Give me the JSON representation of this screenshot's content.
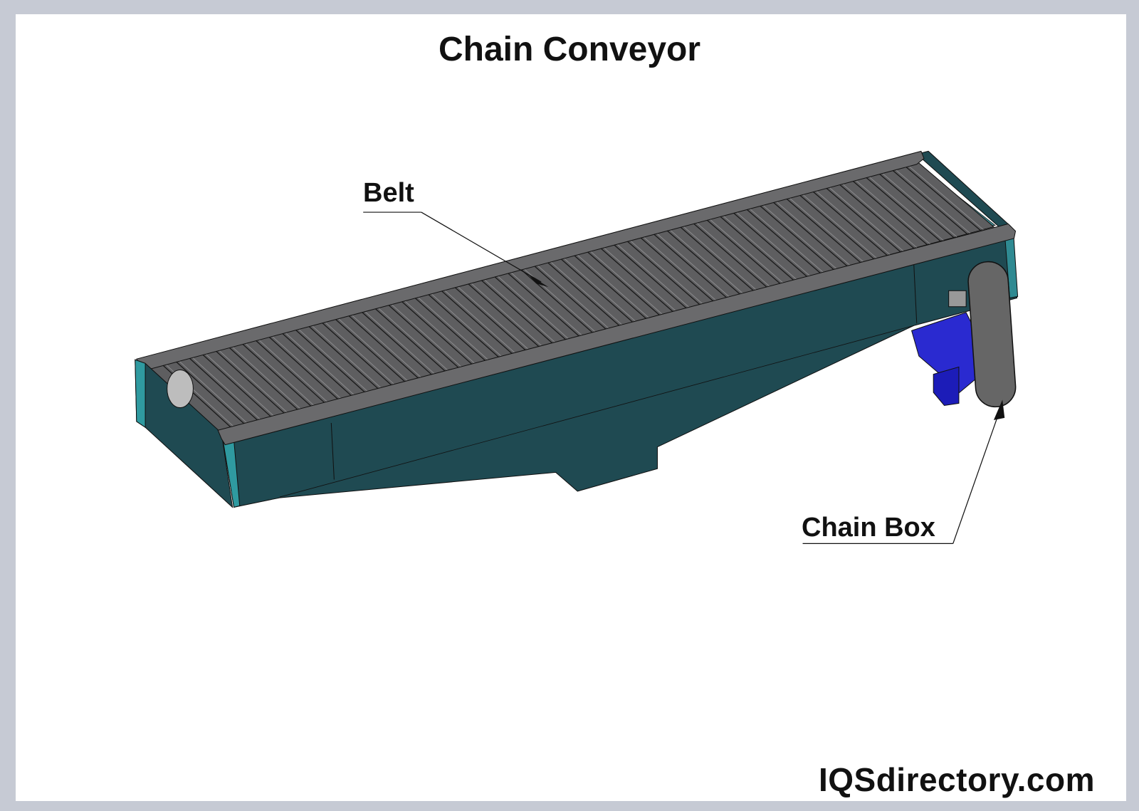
{
  "title": "Chain Conveyor",
  "labels": {
    "belt": "Belt",
    "chain_box": "Chain Box"
  },
  "logo": "IQSdirectory.com",
  "colors": {
    "frame": "#c6cad4",
    "panel": "#1f4a52",
    "panel_light": "#2f8a92",
    "belt": "#5e5e60",
    "rail": "#6a6a6c",
    "chain_box": "#666666",
    "motor": "#2a2ad0"
  }
}
